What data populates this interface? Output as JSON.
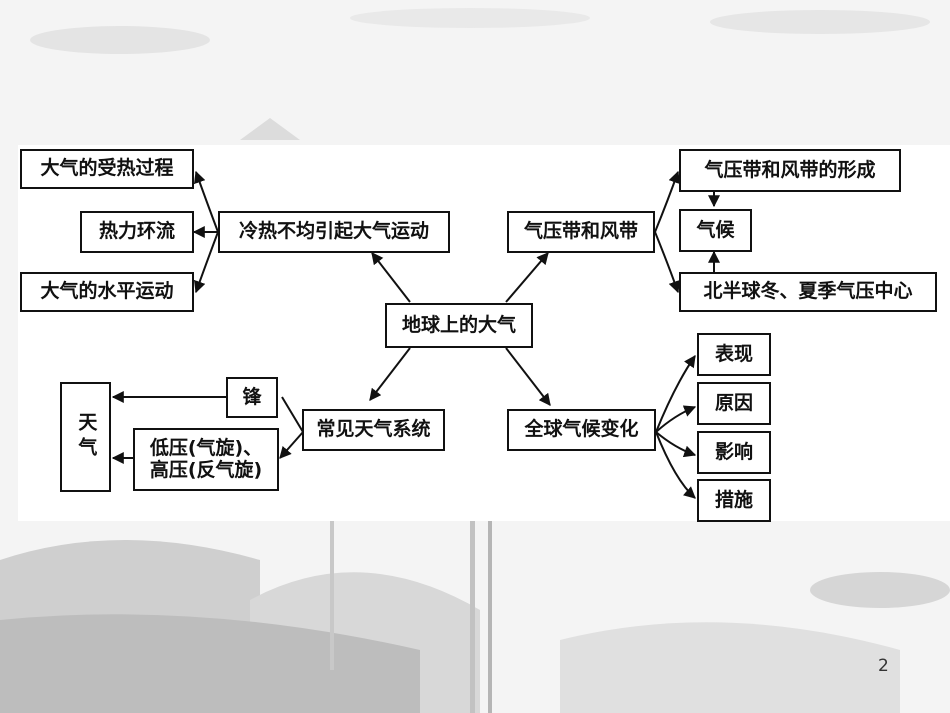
{
  "center": "地球上的大气",
  "left_top": {
    "hub": "冷热不均引起大气运动",
    "items": [
      "大气的受热过程",
      "热力环流",
      "大气的水平运动"
    ]
  },
  "right_top": {
    "hub": "气压带和风带",
    "items": [
      "气压带和风带的形成",
      "气候",
      "北半球冬、夏季气压中心"
    ]
  },
  "left_bottom": {
    "hub": "常见天气系统",
    "front": "锋",
    "pressure_line1": "低压(气旋)、",
    "pressure_line2": "高压(反气旋)",
    "weather": "天气"
  },
  "right_bottom": {
    "hub": "全球气候变化",
    "items": [
      "表现",
      "原因",
      "影响",
      "措施"
    ]
  },
  "page_number": "2"
}
